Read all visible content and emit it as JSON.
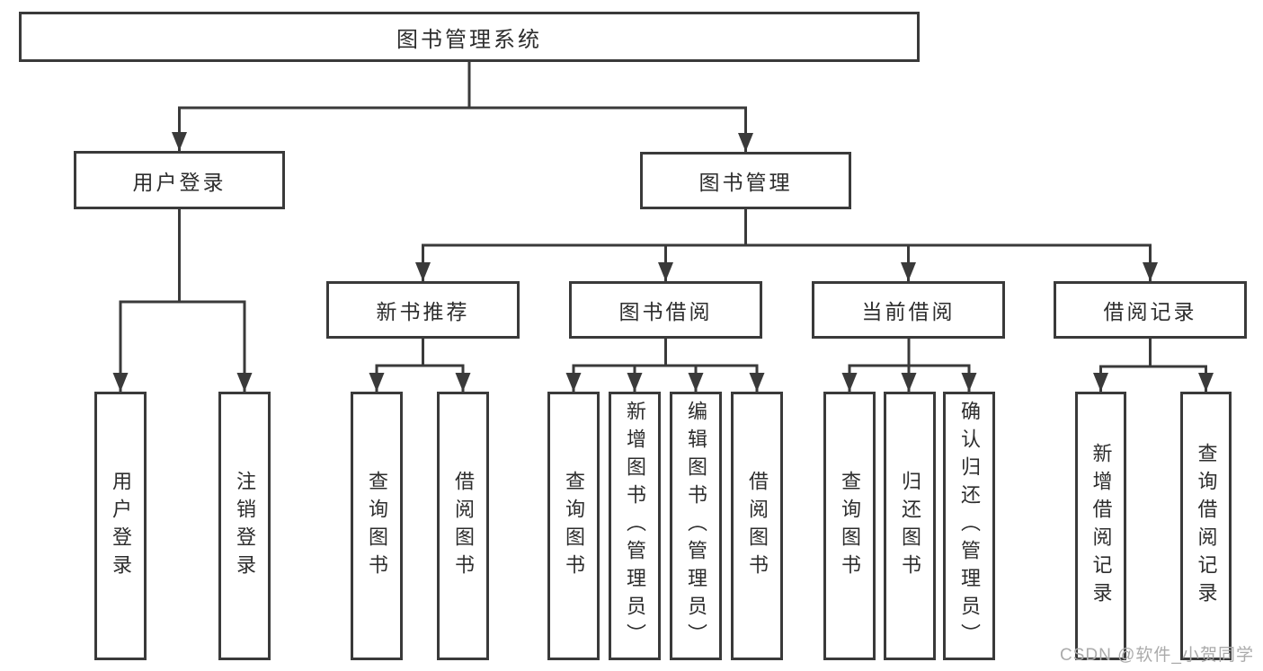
{
  "nodes": {
    "root": "图书管理系统",
    "level2": [
      "用户登录",
      "图书管理"
    ],
    "level3": [
      "新书推荐",
      "图书借阅",
      "当前借阅",
      "借阅记录"
    ],
    "leaves": [
      "用户登录",
      "注销登录",
      "查询图书",
      "借阅图书",
      "查询图书",
      "新增图书（管理员）",
      "编辑图书（管理员）",
      "借阅图书",
      "查询图书",
      "归还图书",
      "确认归还（管理员）",
      "新增借阅记录",
      "查询借阅记录"
    ]
  },
  "watermark": "CSDN @软件_小贺同学",
  "colors": {
    "line": "#3a3a3a",
    "box_border": "#3a3a3a",
    "text": "#2d2d2d",
    "watermark": "#ababab",
    "background": "#ffffff"
  }
}
